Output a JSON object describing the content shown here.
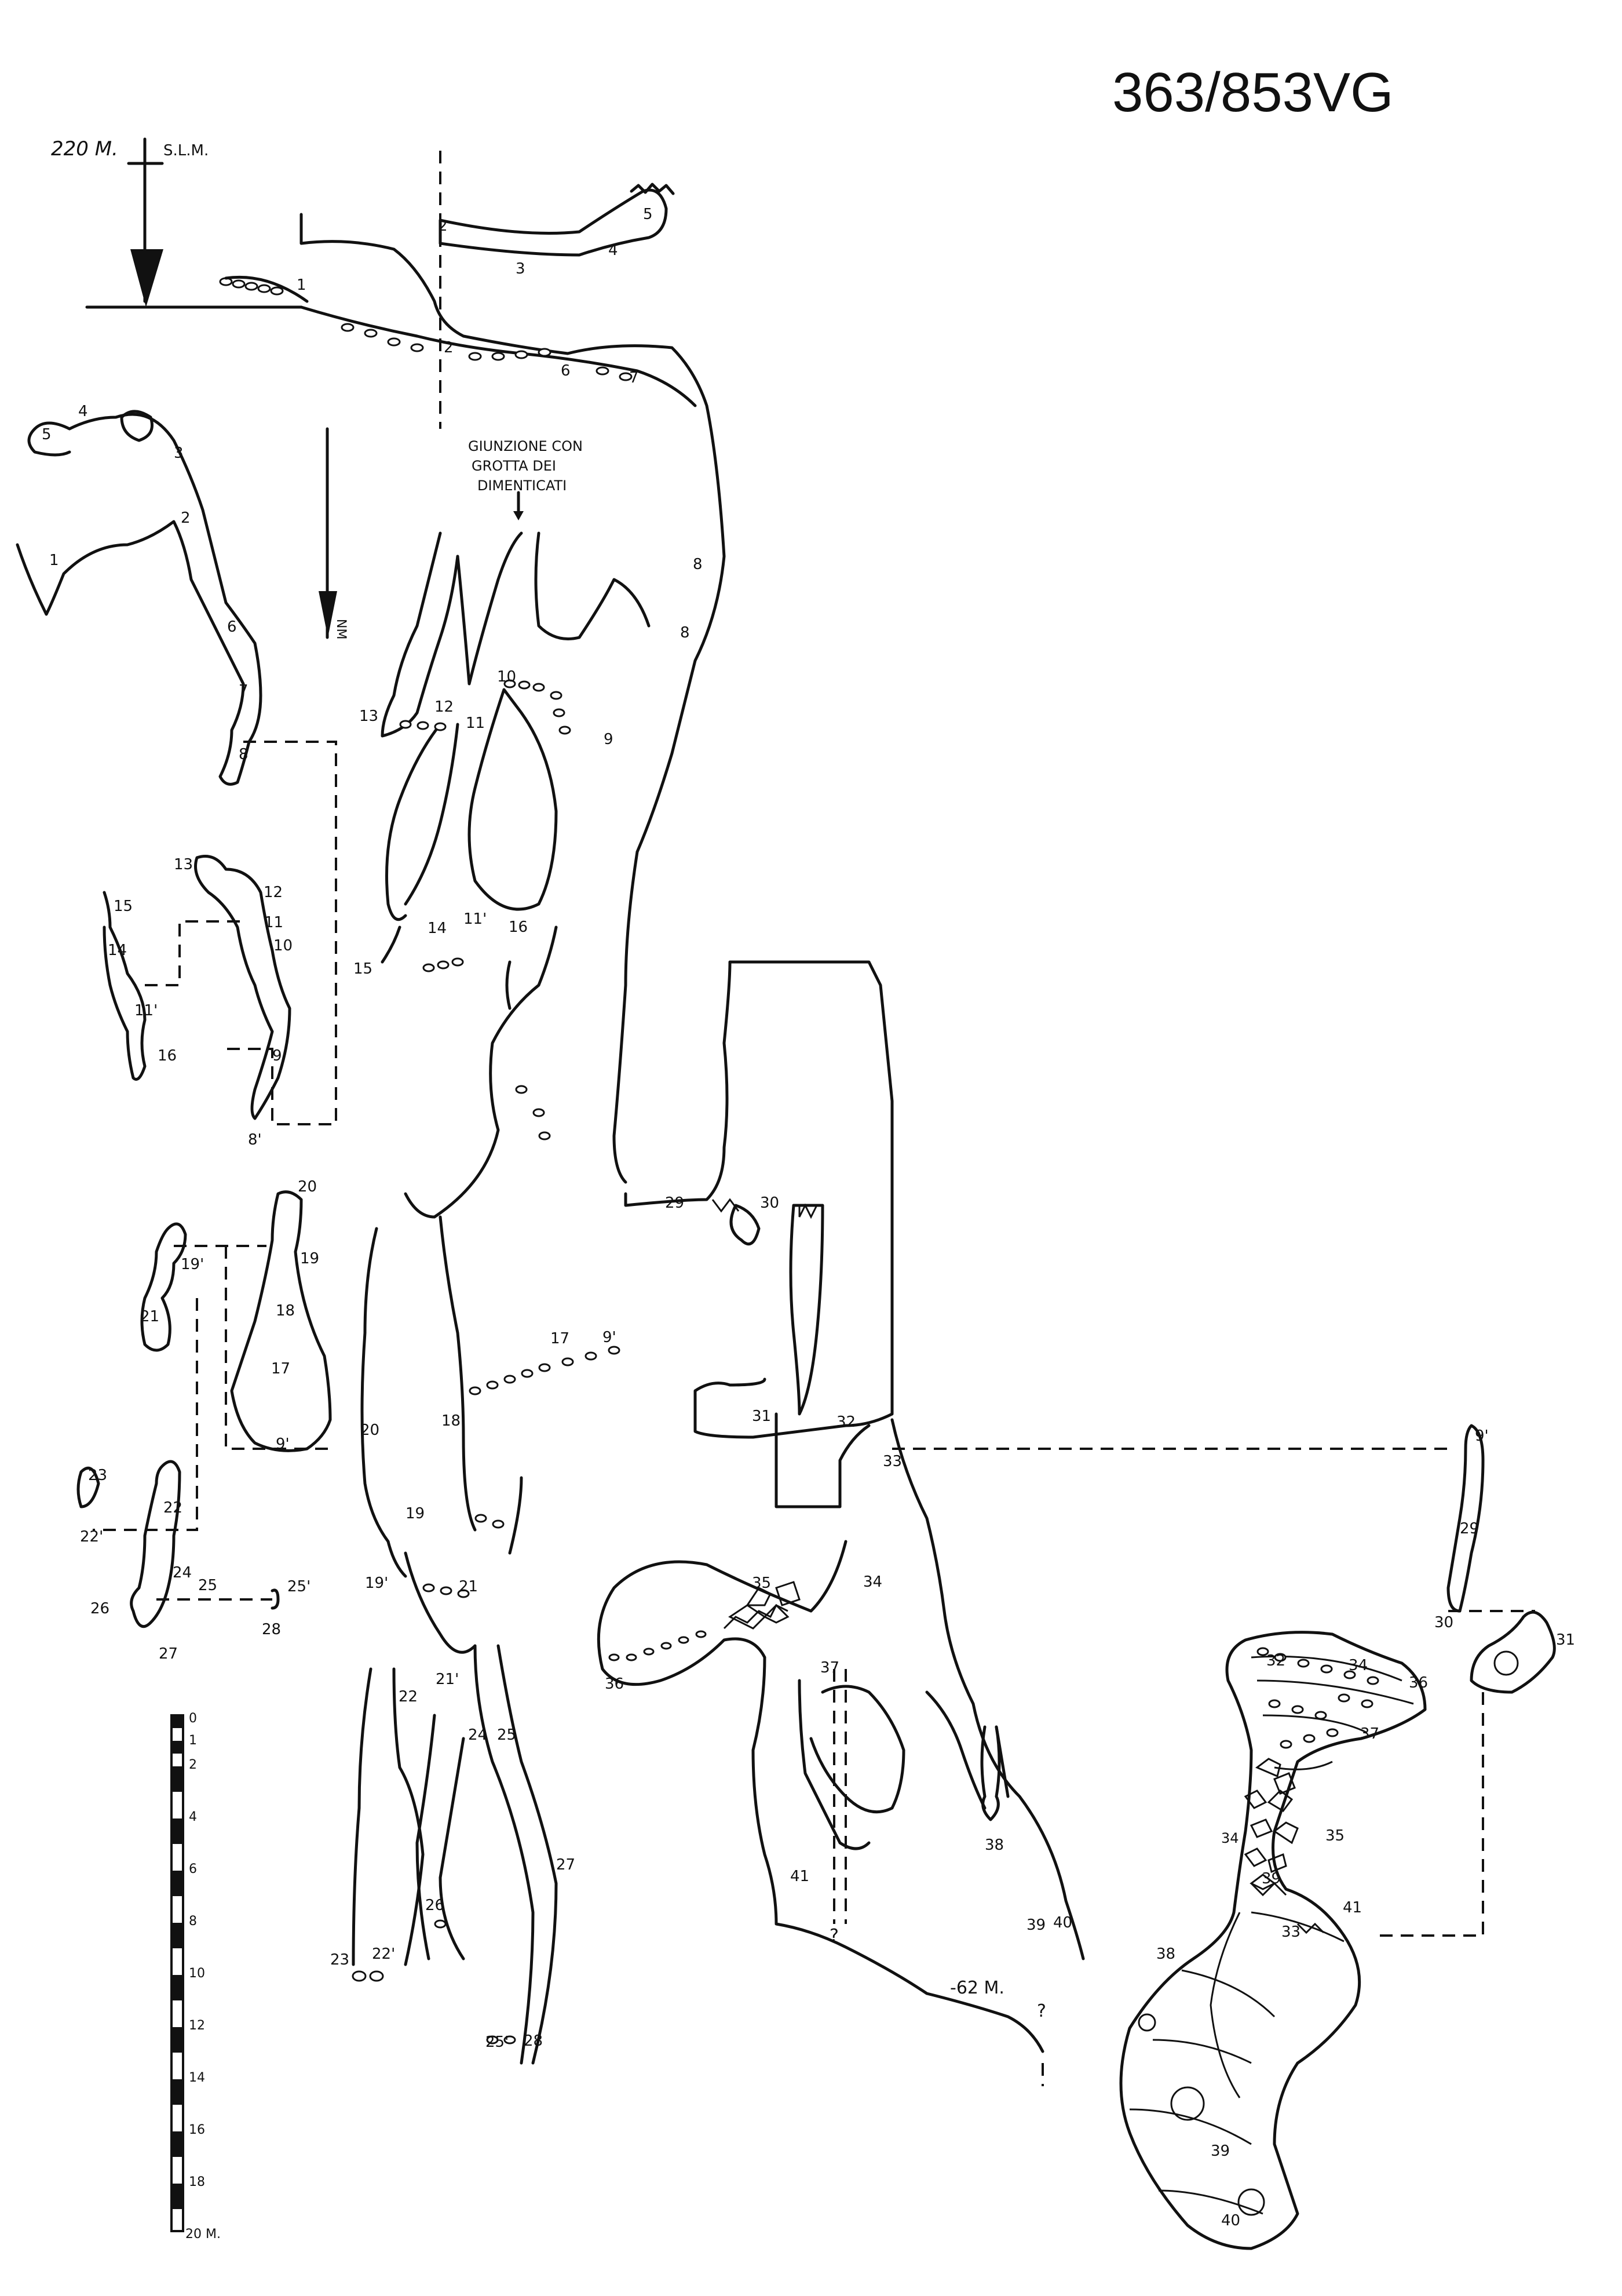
{
  "title": "363/853VG",
  "elevation_label": "220 M.",
  "slm_label": "S.L.M.",
  "north_label": "NM",
  "junction_note": [
    "GIUNZIONE CON",
    "GROTTA DEI",
    "DIMENTICATI"
  ],
  "depth_label": "-62 M.",
  "question_mark": "?",
  "scale": {
    "labels": [
      "0",
      "1",
      "2",
      "4",
      "6",
      "8",
      "10",
      "12",
      "14",
      "16",
      "18",
      "20 M."
    ]
  },
  "plan_stations": [
    "1",
    "2",
    "3",
    "4",
    "5",
    "6",
    "7",
    "8",
    "8'",
    "9",
    "10",
    "11",
    "12",
    "13",
    "14",
    "15",
    "16",
    "11'",
    "17",
    "18",
    "19",
    "19'",
    "20",
    "9'",
    "21",
    "22",
    "22'",
    "23",
    "24",
    "25",
    "25'",
    "26",
    "27",
    "28"
  ],
  "profile_stations": [
    "1",
    "2",
    "3",
    "4",
    "5",
    "2",
    "6",
    "7",
    "8",
    "8",
    "9",
    "10",
    "11",
    "12",
    "13",
    "14",
    "15",
    "11'",
    "16",
    "17",
    "9'",
    "18",
    "19",
    "19'",
    "20",
    "21",
    "21'",
    "22",
    "22'",
    "23",
    "24",
    "25",
    "25'",
    "26",
    "27",
    "28",
    "29",
    "30",
    "31",
    "32",
    "33",
    "34",
    "35",
    "36",
    "37",
    "38",
    "39",
    "40",
    "41"
  ],
  "right_plan_stations": [
    "9'",
    "29",
    "30",
    "31",
    "32",
    "33",
    "34",
    "35",
    "36",
    "37",
    "38",
    "39",
    "41",
    "40"
  ],
  "colors": {
    "ink": "#111111",
    "paper": "#ffffff"
  }
}
